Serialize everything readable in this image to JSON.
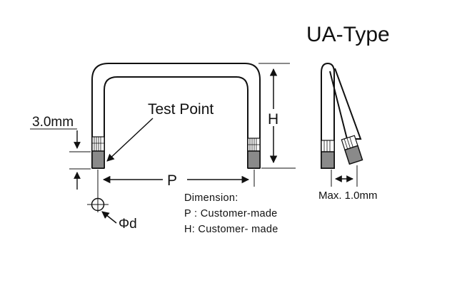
{
  "title": "UA-Type",
  "labels": {
    "test_point": "Test Point",
    "height": "H",
    "pitch": "P",
    "lead_length": "3.0mm",
    "diameter": "Φd",
    "max_tilt": "Max. 1.0mm"
  },
  "dimension_notes": {
    "heading": "Dimension:",
    "p_line": "P : Customer-made",
    "h_line": "H: Customer- made"
  },
  "colors": {
    "line": "#111111",
    "body_fill": "#ffffff",
    "lead_fill": "#8a8a8a"
  }
}
